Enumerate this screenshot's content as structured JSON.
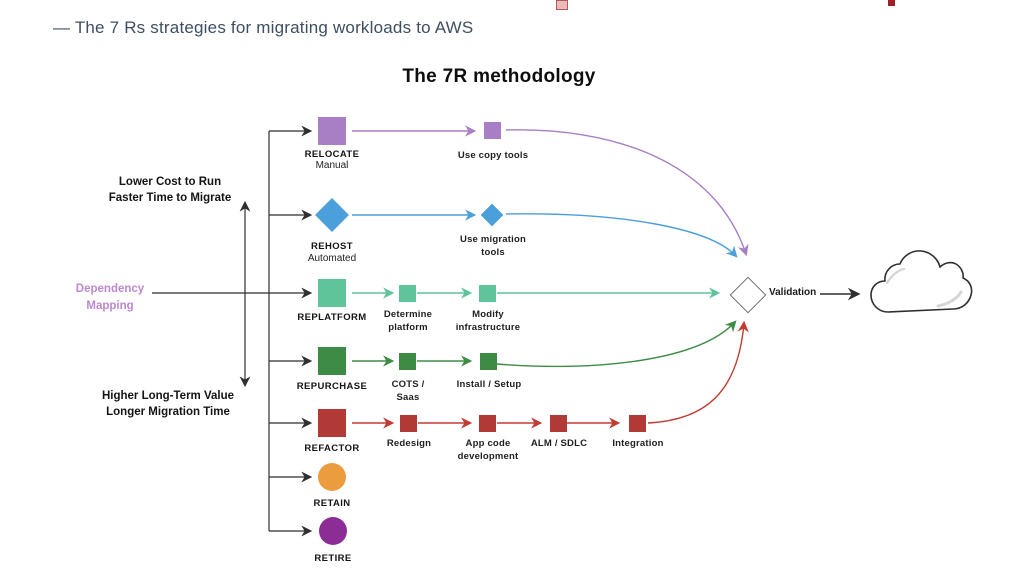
{
  "header": {
    "text": "— The 7 Rs strategies for migrating workloads to AWS",
    "color": "#3e4e63"
  },
  "title": "The 7R methodology",
  "axis_labels": {
    "top": "Lower Cost to Run\nFaster Time to Migrate",
    "bottom": "Higher Long-Term Value\nLonger Migration Time",
    "dependency": "Dependency\nMapping",
    "dependency_color": "#bd87cf"
  },
  "strategies": [
    {
      "name": "RELOCATE",
      "sub": "Manual",
      "shape": "square",
      "color": "#a87fc4"
    },
    {
      "name": "REHOST",
      "sub": "Automated",
      "shape": "diamond",
      "color": "#4b9fda"
    },
    {
      "name": "REPLATFORM",
      "sub": "",
      "shape": "square",
      "color": "#5fc49a"
    },
    {
      "name": "REPURCHASE",
      "sub": "",
      "shape": "square",
      "color": "#3e8b46"
    },
    {
      "name": "REFACTOR",
      "sub": "",
      "shape": "square",
      "color": "#b23a36"
    },
    {
      "name": "RETAIN",
      "sub": "",
      "shape": "circle",
      "color": "#eb9c3e"
    },
    {
      "name": "RETIRE",
      "sub": "",
      "shape": "circle",
      "color": "#8c2d96"
    }
  ],
  "steps": {
    "relocate": [
      {
        "label": "Use copy tools"
      }
    ],
    "rehost": [
      {
        "label": "Use migration tools"
      }
    ],
    "replatform": [
      {
        "label": "Determine\nplatform"
      },
      {
        "label": "Modify\ninfrastructure"
      }
    ],
    "repurchase": [
      {
        "label": "COTS /\nSaas"
      },
      {
        "label": "Install / Setup"
      }
    ],
    "refactor": [
      {
        "label": "Redesign"
      },
      {
        "label": "App code\ndevelopment"
      },
      {
        "label": "ALM / SDLC"
      },
      {
        "label": "Integration"
      }
    ]
  },
  "validation": {
    "label": "Validation"
  },
  "icons": {
    "cloud": "cloud-icon"
  },
  "line_colors": {
    "black": "#2f2f2f",
    "purple": "#a87fc4",
    "blue": "#4b9fda",
    "mint": "#5fc49a",
    "green": "#3e8b46",
    "red": "#c23b33"
  }
}
